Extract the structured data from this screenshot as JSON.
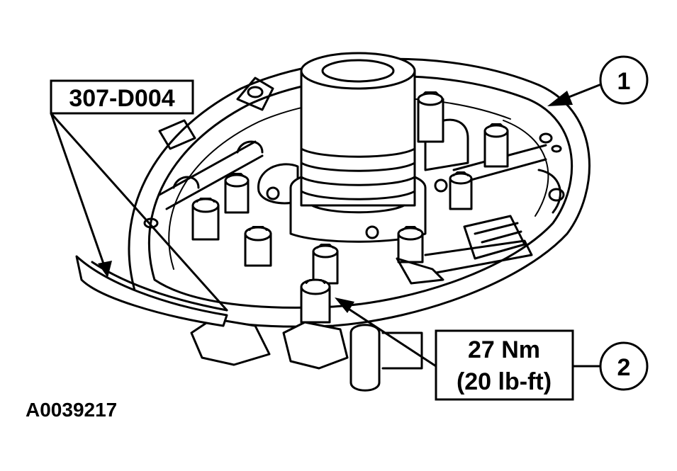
{
  "tool_label": "307-D004",
  "callouts": [
    {
      "number": "1"
    },
    {
      "number": "2"
    }
  ],
  "torque": {
    "line1": "27 Nm",
    "line2": "(20 lb-ft)"
  },
  "figure_id": "A0039217",
  "colors": {
    "ink": "#000000",
    "paper": "#ffffff"
  }
}
